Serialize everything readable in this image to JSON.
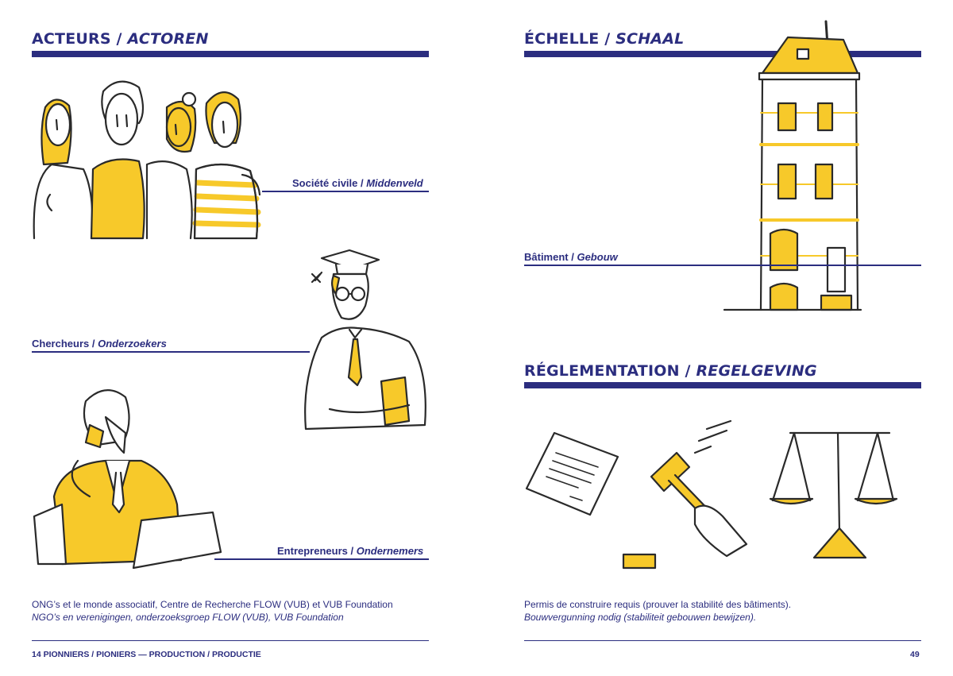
{
  "left": {
    "heading": {
      "main": "ACTEURS / ",
      "italic": "ACTOREN"
    },
    "labels": [
      {
        "main": "Société civile / ",
        "italic": "Middenveld"
      },
      {
        "main": "Chercheurs / ",
        "italic": "Onderzoekers"
      },
      {
        "main": "Entrepreneurs / ",
        "italic": "Ondernemers"
      }
    ],
    "caption": {
      "fr": "ONG’s et le monde associatif, Centre de Recherche FLOW (VUB) et VUB Foundation",
      "nl": "NGO’s en verenigingen, onderzoeksgroep FLOW (VUB), VUB Foundation"
    },
    "footer": "14 PIONNIERS / PIONIERS — PRODUCTION / PRODUCTIE"
  },
  "right": {
    "heading1": {
      "main": "ÉCHELLE / ",
      "italic": "SCHAAL"
    },
    "label_building": {
      "main": "Bâtiment / ",
      "italic": "Gebouw"
    },
    "heading2": {
      "main": "RÉGLEMENTATION / ",
      "italic": "REGELGEVING"
    },
    "caption": {
      "fr": "Permis de construire requis (prouver la stabilité des bâtiments).",
      "nl": "Bouwvergunning nodig (stabiliteit gebouwen bewijzen)."
    },
    "page_number": "49"
  },
  "colors": {
    "navy": "#2b2d7f",
    "yellow": "#f7c92a",
    "ink": "#2a2a2a"
  }
}
